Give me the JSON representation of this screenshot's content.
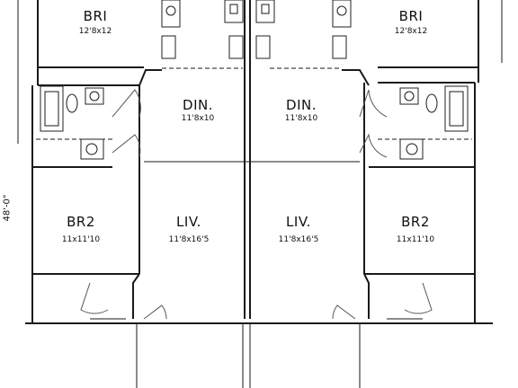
{
  "overall_dimension": "48'-0\"",
  "rooms": [
    {
      "id": "br1-left",
      "name": "BRI",
      "dims": "12'8x12"
    },
    {
      "id": "br1-right",
      "name": "BRI",
      "dims": "12'8x12"
    },
    {
      "id": "din-left",
      "name": "DIN.",
      "dims": "11'8x10"
    },
    {
      "id": "din-right",
      "name": "DIN.",
      "dims": "11'8x10"
    },
    {
      "id": "br2-left",
      "name": "BR2",
      "dims": "11x11'10"
    },
    {
      "id": "br2-right",
      "name": "BR2",
      "dims": "11x11'10"
    },
    {
      "id": "liv-left",
      "name": "LIV.",
      "dims": "11'8x16'5"
    },
    {
      "id": "liv-right",
      "name": "LIV.",
      "dims": "11'8x16'5"
    }
  ]
}
